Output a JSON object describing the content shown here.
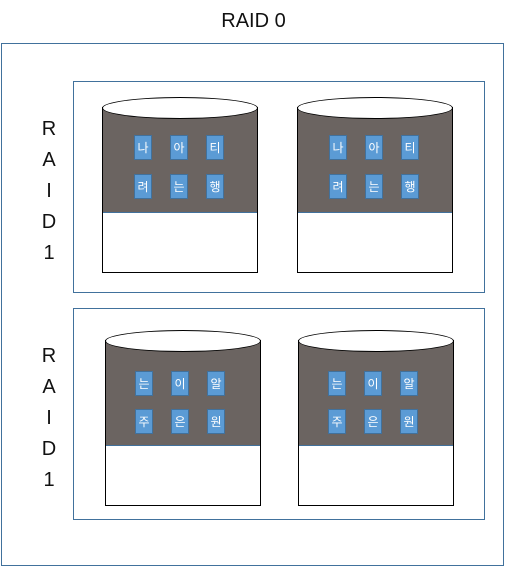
{
  "title": "RAID 0",
  "groups": [
    {
      "label": [
        "R",
        "A",
        "I",
        "D",
        "1"
      ],
      "disks": [
        {
          "cells": [
            [
              "나",
              "아",
              "티"
            ],
            [
              "려",
              "는",
              "행"
            ]
          ]
        },
        {
          "cells": [
            [
              "나",
              "아",
              "티"
            ],
            [
              "려",
              "는",
              "행"
            ]
          ]
        }
      ]
    },
    {
      "label": [
        "R",
        "A",
        "I",
        "D",
        "1"
      ],
      "disks": [
        {
          "cells": [
            [
              "는",
              "이",
              "알"
            ],
            [
              "주",
              "은",
              "원"
            ]
          ]
        },
        {
          "cells": [
            [
              "는",
              "이",
              "알"
            ],
            [
              "주",
              "은",
              "원"
            ]
          ]
        }
      ]
    }
  ]
}
